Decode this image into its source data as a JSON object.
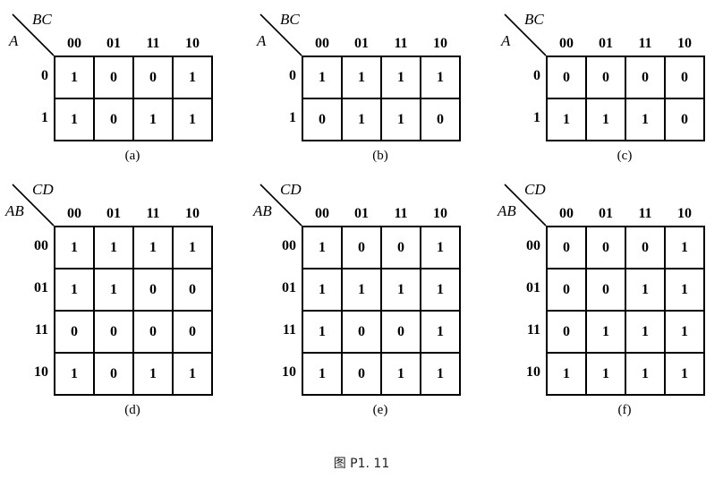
{
  "figure_caption": "图 P1. 11",
  "maps": [
    {
      "caption": "(a)",
      "row_var": "A",
      "col_var": "BC",
      "col_labels": [
        "00",
        "01",
        "11",
        "10"
      ],
      "row_labels": [
        "0",
        "1"
      ],
      "cells": [
        [
          "1",
          "0",
          "0",
          "1"
        ],
        [
          "1",
          "0",
          "1",
          "1"
        ]
      ]
    },
    {
      "caption": "(b)",
      "row_var": "A",
      "col_var": "BC",
      "col_labels": [
        "00",
        "01",
        "11",
        "10"
      ],
      "row_labels": [
        "0",
        "1"
      ],
      "cells": [
        [
          "1",
          "1",
          "1",
          "1"
        ],
        [
          "0",
          "1",
          "1",
          "0"
        ]
      ]
    },
    {
      "caption": "(c)",
      "row_var": "A",
      "col_var": "BC",
      "col_labels": [
        "00",
        "01",
        "11",
        "10"
      ],
      "row_labels": [
        "0",
        "1"
      ],
      "cells": [
        [
          "0",
          "0",
          "0",
          "0"
        ],
        [
          "1",
          "1",
          "1",
          "0"
        ]
      ]
    },
    {
      "caption": "(d)",
      "row_var": "AB",
      "col_var": "CD",
      "col_labels": [
        "00",
        "01",
        "11",
        "10"
      ],
      "row_labels": [
        "00",
        "01",
        "11",
        "10"
      ],
      "cells": [
        [
          "1",
          "1",
          "1",
          "1"
        ],
        [
          "1",
          "1",
          "0",
          "0"
        ],
        [
          "0",
          "0",
          "0",
          "0"
        ],
        [
          "1",
          "0",
          "1",
          "1"
        ]
      ]
    },
    {
      "caption": "(e)",
      "row_var": "AB",
      "col_var": "CD",
      "col_labels": [
        "00",
        "01",
        "11",
        "10"
      ],
      "row_labels": [
        "00",
        "01",
        "11",
        "10"
      ],
      "cells": [
        [
          "1",
          "0",
          "0",
          "1"
        ],
        [
          "1",
          "1",
          "1",
          "1"
        ],
        [
          "1",
          "0",
          "0",
          "1"
        ],
        [
          "1",
          "0",
          "1",
          "1"
        ]
      ]
    },
    {
      "caption": "(f)",
      "row_var": "AB",
      "col_var": "CD",
      "col_labels": [
        "00",
        "01",
        "11",
        "10"
      ],
      "row_labels": [
        "00",
        "01",
        "11",
        "10"
      ],
      "cells": [
        [
          "0",
          "0",
          "0",
          "1"
        ],
        [
          "0",
          "0",
          "1",
          "1"
        ],
        [
          "0",
          "1",
          "1",
          "1"
        ],
        [
          "1",
          "1",
          "1",
          "1"
        ]
      ]
    }
  ]
}
